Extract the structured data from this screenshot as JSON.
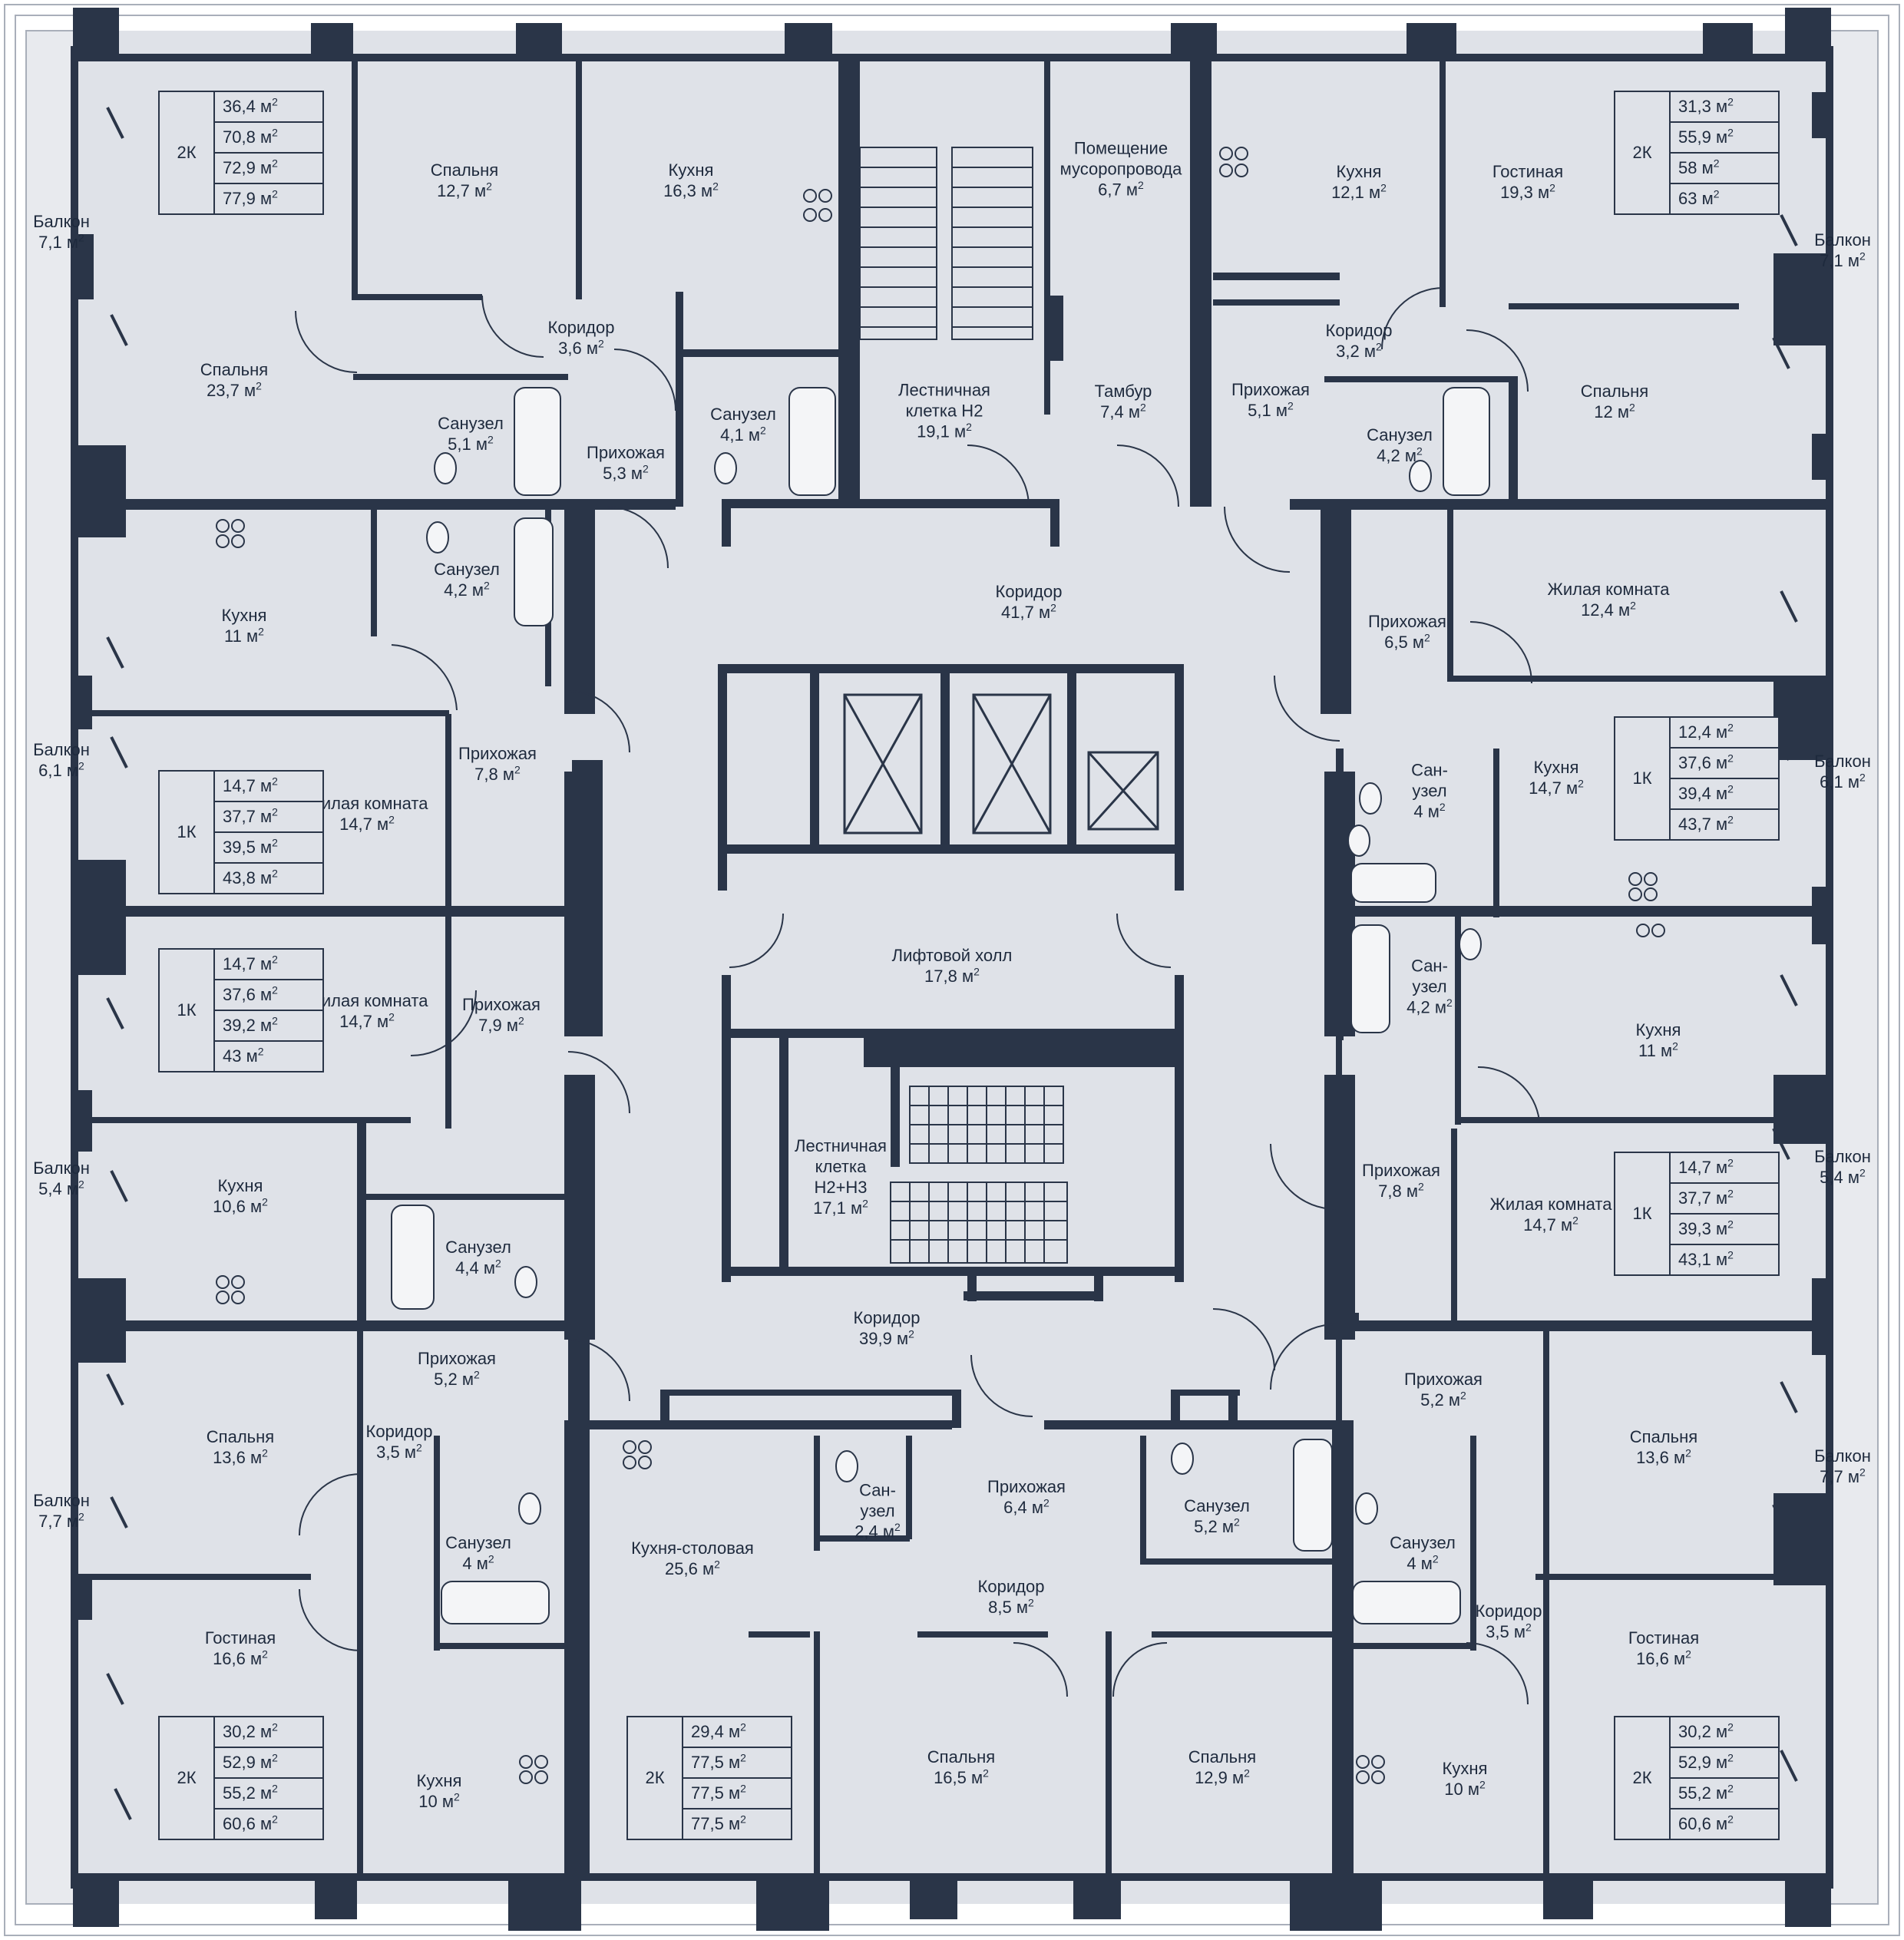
{
  "colors": {
    "wall": "#2a3548",
    "floor": "#dfe2e8",
    "balcony": "#e8eaee",
    "text": "#1e2a3d",
    "fixture": "#f4f5f7"
  },
  "unit_suffix": "м",
  "unit_power": "2",
  "rooms": [
    {
      "id": "balcony-nw",
      "name": "Балкон",
      "area": "7,1"
    },
    {
      "id": "bedroom-nw1",
      "name": "Спальня",
      "area": "12,7"
    },
    {
      "id": "kitchen-nw",
      "name": "Кухня",
      "area": "16,3"
    },
    {
      "id": "corridor-nw",
      "name": "Коридор",
      "area": "3,6"
    },
    {
      "id": "bedroom-nw2",
      "name": "Спальня",
      "area": "23,7"
    },
    {
      "id": "bath-nw1",
      "name": "Санузел",
      "area": "5,1"
    },
    {
      "id": "hall-nw",
      "name": "Прихожая",
      "area": "5,3"
    },
    {
      "id": "bath-nw2",
      "name": "Санузел",
      "area": "4,1"
    },
    {
      "id": "stair-h2",
      "name": "Лестничная клетка Н2",
      "area": "19,1"
    },
    {
      "id": "garbage",
      "name": "Помещение мусоропровода",
      "area": "6,7"
    },
    {
      "id": "vestibule",
      "name": "Тамбур",
      "area": "7,4"
    },
    {
      "id": "kitchen-ne",
      "name": "Кухня",
      "area": "12,1"
    },
    {
      "id": "living-ne",
      "name": "Гостиная",
      "area": "19,3"
    },
    {
      "id": "balcony-ne",
      "name": "Балкон",
      "area": "7,1"
    },
    {
      "id": "corridor-ne",
      "name": "Коридор",
      "area": "3,2"
    },
    {
      "id": "hall-ne",
      "name": "Прихожая",
      "area": "5,1"
    },
    {
      "id": "bath-ne",
      "name": "Санузел",
      "area": "4,2"
    },
    {
      "id": "bedroom-ne",
      "name": "Спальня",
      "area": "12"
    },
    {
      "id": "kitchen-w1",
      "name": "Кухня",
      "area": "11"
    },
    {
      "id": "bath-w1",
      "name": "Санузел",
      "area": "4,2"
    },
    {
      "id": "corridor-main",
      "name": "Коридор",
      "area": "41,7"
    },
    {
      "id": "hall-e1",
      "name": "Прихожая",
      "area": "6,5"
    },
    {
      "id": "room-e1",
      "name": "Жилая комната",
      "area": "12,4"
    },
    {
      "id": "balcony-w2",
      "name": "Балкон",
      "area": "6,1"
    },
    {
      "id": "hall-w2",
      "name": "Прихожая",
      "area": "7,8"
    },
    {
      "id": "room-w2",
      "name": "Жилая комната",
      "area": "14,7"
    },
    {
      "id": "bath-e2",
      "name": "Сан-узел",
      "area": "4"
    },
    {
      "id": "kitchen-e2",
      "name": "Кухня",
      "area": "14,7"
    },
    {
      "id": "balcony-e2",
      "name": "Балкон",
      "area": "6,1"
    },
    {
      "id": "lift-hall",
      "name": "Лифтовой холл",
      "area": "17,8"
    },
    {
      "id": "room-w3",
      "name": "Жилая комната",
      "area": "14,7"
    },
    {
      "id": "hall-w3",
      "name": "Прихожая",
      "area": "7,9"
    },
    {
      "id": "bath-e3",
      "name": "Сан-узел",
      "area": "4,2"
    },
    {
      "id": "kitchen-e3",
      "name": "Кухня",
      "area": "11"
    },
    {
      "id": "balcony-w4",
      "name": "Балкон",
      "area": "5,4"
    },
    {
      "id": "kitchen-w4",
      "name": "Кухня",
      "area": "10,6"
    },
    {
      "id": "stair-h2h3",
      "name": "Лестничная клетка Н2+Н3",
      "area": "17,1"
    },
    {
      "id": "bath-w4",
      "name": "Санузел",
      "area": "4,4"
    },
    {
      "id": "hall-e4",
      "name": "Прихожая",
      "area": "7,8"
    },
    {
      "id": "room-e4",
      "name": "Жилая комната",
      "area": "14,7"
    },
    {
      "id": "balcony-e4",
      "name": "Балкон",
      "area": "5,4"
    },
    {
      "id": "corridor-south",
      "name": "Коридор",
      "area": "39,9"
    },
    {
      "id": "hall-sw",
      "name": "Прихожая",
      "area": "5,2"
    },
    {
      "id": "hall-se",
      "name": "Прихожая",
      "area": "5,2"
    },
    {
      "id": "bedroom-sw",
      "name": "Спальня",
      "area": "13,6"
    },
    {
      "id": "corridor-sw",
      "name": "Коридор",
      "area": "3,5"
    },
    {
      "id": "bedroom-se",
      "name": "Спальня",
      "area": "13,6"
    },
    {
      "id": "balcony-se",
      "name": "Балкон",
      "area": "7,7"
    },
    {
      "id": "balcony-sw",
      "name": "Балкон",
      "area": "7,7"
    },
    {
      "id": "bath-s1",
      "name": "Сан-узел",
      "area": "2,4"
    },
    {
      "id": "hall-s",
      "name": "Прихожая",
      "area": "6,4"
    },
    {
      "id": "bath-s2",
      "name": "Санузел",
      "area": "5,2"
    },
    {
      "id": "bath-sw",
      "name": "Санузел",
      "area": "4"
    },
    {
      "id": "kitchen-dining",
      "name": "Кухня-столовая",
      "area": "25,6"
    },
    {
      "id": "bath-se",
      "name": "Санузел",
      "area": "4"
    },
    {
      "id": "corridor-s",
      "name": "Коридор",
      "area": "8,5"
    },
    {
      "id": "corridor-se",
      "name": "Коридор",
      "area": "3,5"
    },
    {
      "id": "living-sw",
      "name": "Гостиная",
      "area": "16,6"
    },
    {
      "id": "living-se",
      "name": "Гостиная",
      "area": "16,6"
    },
    {
      "id": "bedroom-s1",
      "name": "Спальня",
      "area": "16,5"
    },
    {
      "id": "bedroom-s2",
      "name": "Спальня",
      "area": "12,9"
    },
    {
      "id": "kitchen-sw",
      "name": "Кухня",
      "area": "10"
    },
    {
      "id": "kitchen-se",
      "name": "Кухня",
      "area": "10"
    }
  ],
  "apartments": [
    {
      "id": "apt-nw",
      "type": "2К",
      "areas": [
        "36,4",
        "70,8",
        "72,9",
        "77,9"
      ]
    },
    {
      "id": "apt-ne",
      "type": "2К",
      "areas": [
        "31,3",
        "55,9",
        "58",
        "63"
      ]
    },
    {
      "id": "apt-w2",
      "type": "1К",
      "areas": [
        "14,7",
        "37,7",
        "39,5",
        "43,8"
      ]
    },
    {
      "id": "apt-e2",
      "type": "1К",
      "areas": [
        "12,4",
        "37,6",
        "39,4",
        "43,7"
      ]
    },
    {
      "id": "apt-w3",
      "type": "1К",
      "areas": [
        "14,7",
        "37,6",
        "39,2",
        "43"
      ]
    },
    {
      "id": "apt-e4",
      "type": "1К",
      "areas": [
        "14,7",
        "37,7",
        "39,3",
        "43,1"
      ]
    },
    {
      "id": "apt-sw",
      "type": "2К",
      "areas": [
        "30,2",
        "52,9",
        "55,2",
        "60,6"
      ]
    },
    {
      "id": "apt-s",
      "type": "2К",
      "areas": [
        "29,4",
        "77,5",
        "77,5",
        "77,5"
      ]
    },
    {
      "id": "apt-se",
      "type": "2К",
      "areas": [
        "30,2",
        "52,9",
        "55,2",
        "60,6"
      ]
    }
  ]
}
